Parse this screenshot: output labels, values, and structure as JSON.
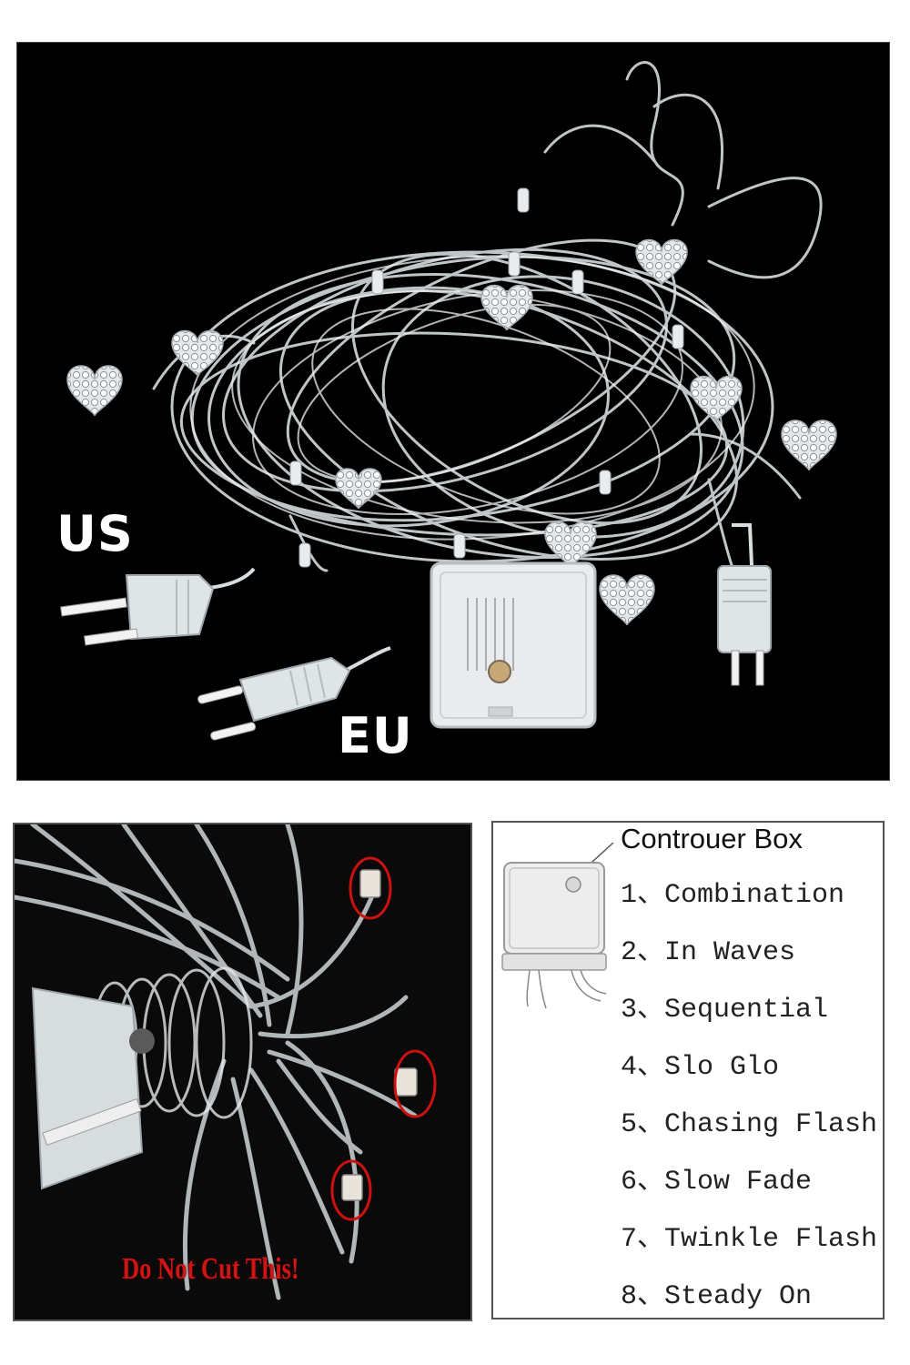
{
  "top_photo": {
    "us_label": "US",
    "eu_label": "EU"
  },
  "bottom_left_photo": {
    "warning_text": "Do Not Cut This!"
  },
  "modes_panel": {
    "title": "Controuer Box",
    "modes": [
      "1、Combination",
      "2、In Waves",
      "3、Sequential",
      "4、Slo Glo",
      "5、Chasing Flash",
      "6、Slow Fade",
      "7、Twinkle Flash",
      "8、Steady On"
    ]
  },
  "colors": {
    "background": "#000000",
    "wire": "#d8dde0",
    "warning": "#d01414",
    "circle_marker": "#cc1111"
  }
}
